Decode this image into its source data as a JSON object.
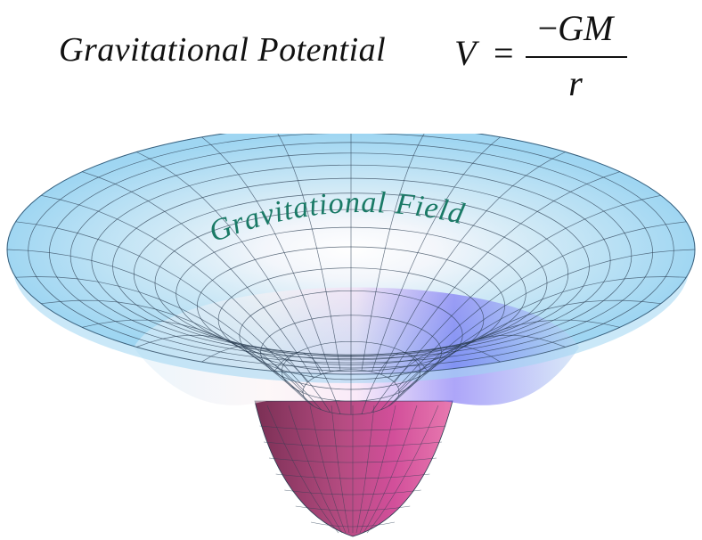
{
  "header": {
    "title": "Gravitational Potential",
    "formula": {
      "lhs": "V",
      "equals": "=",
      "minus": "−",
      "numerator": "GM",
      "denominator": "r"
    }
  },
  "diagram": {
    "surface_label": "Gravitational Field",
    "colors": {
      "rim": "#9fd6f2",
      "rim_edge": "#6fb7df",
      "grid": "#2b3d52",
      "center_glow": "#f6d9f2",
      "violet": "#6a5cf4",
      "throat_pink": "#d24f9a",
      "throat_dark": "#7a2f54",
      "label": "#1a7a66"
    }
  }
}
